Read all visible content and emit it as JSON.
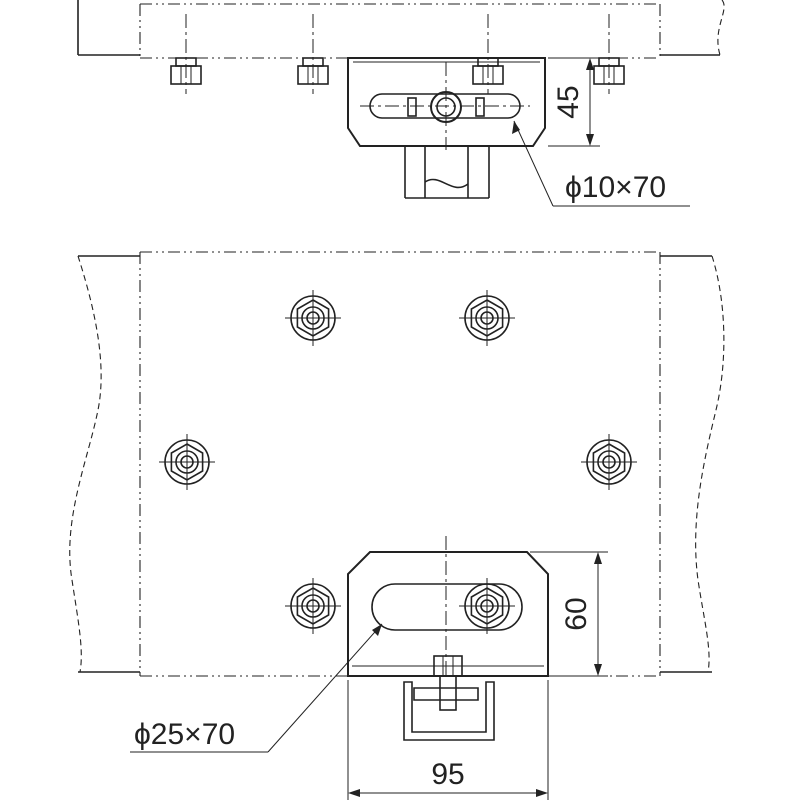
{
  "dimensions": {
    "bracket_height_top": "45",
    "slot_top": "ϕ10×70",
    "bracket_height_bottom": "60",
    "slot_bottom": "ϕ25×70",
    "bracket_width": "95"
  }
}
